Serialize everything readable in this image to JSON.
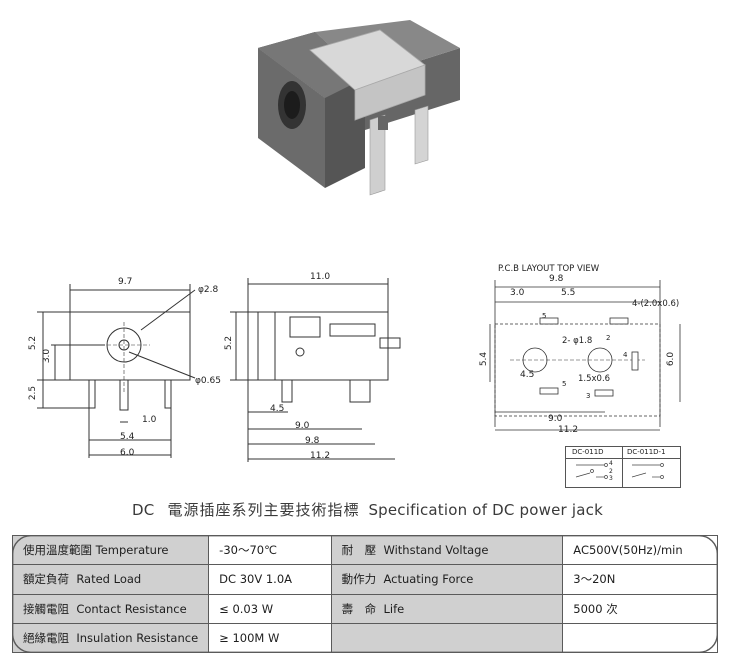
{
  "drawings": {
    "front": {
      "dims": {
        "width_top": "9.7",
        "hole_dia": "φ2.8",
        "height_body": "5.2",
        "height_center": "3.0",
        "pin_len": "2.5",
        "pin_dia": "φ0.65",
        "pin_gap": "1.0",
        "pin_span_a": "5.4",
        "pin_span_b": "6.0"
      }
    },
    "side": {
      "dims": {
        "length": "11.0",
        "height": "5.2",
        "d1": "4.5",
        "d2": "9.0",
        "d3": "9.8",
        "d4": "11.2"
      }
    },
    "pcb": {
      "title": "P.C.B LAYOUT  TOP VIEW",
      "dims": {
        "top": "9.8",
        "a": "3.0",
        "b": "5.5",
        "slots": "4-(2.0x0.6)",
        "hole": "2- φ1.8",
        "left": "5.4",
        "right": "6.0",
        "c": "4.5",
        "slot_size": "1.5x0.6",
        "bottom_a": "9.0",
        "bottom_b": "11.2"
      },
      "pads": [
        "5",
        "2",
        "4",
        "5",
        "3"
      ],
      "legend": {
        "col1": "DC-011D",
        "col2": "DC-011D-1",
        "pins": [
          "4",
          "2",
          "3"
        ]
      }
    }
  },
  "caption": {
    "prefix": "DC",
    "zh": "電源插座系列主要技術指標",
    "en": "Specification of DC power jack"
  },
  "specs": [
    {
      "label_zh": "使用溫度範圍",
      "label_en": "Temperature",
      "value": "-30～70℃",
      "label2_zh": "耐　壓",
      "label2_en": "Withstand Voltage",
      "value2": "AC500V(50Hz)/min"
    },
    {
      "label_zh": "額定負荷",
      "label_en": "Rated Load",
      "value": "DC  30V  1.0A",
      "label2_zh": "動作力",
      "label2_en": "Actuating Force",
      "value2": "3～20N"
    },
    {
      "label_zh": "接觸電阻",
      "label_en": "Contact Resistance",
      "value": "≤ 0.03 W",
      "label2_zh": "壽　命",
      "label2_en": "Life",
      "value2": "5000 次"
    },
    {
      "label_zh": "絕緣電阻",
      "label_en": "Insulation Resistance",
      "value": "≥ 100M W",
      "label2_zh": "",
      "label2_en": "",
      "value2": ""
    }
  ]
}
